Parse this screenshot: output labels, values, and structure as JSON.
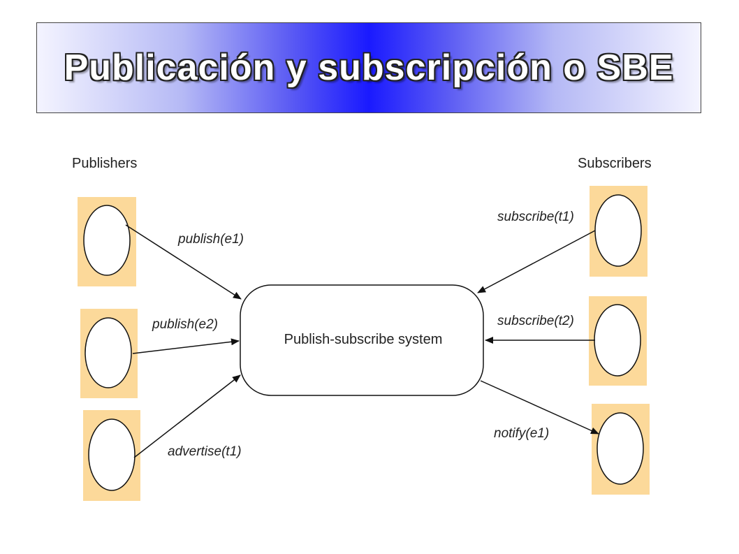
{
  "title": "Publicación y subscripción o SBE",
  "diagram": {
    "publishers_label": "Publishers",
    "subscribers_label": "Subscribers",
    "system_label": "Publish-subscribe system",
    "edges": {
      "publish_e1": "publish(e1)",
      "publish_e2": "publish(e2)",
      "advertise_t1": "advertise(t1)",
      "subscribe_t1": "subscribe(t1)",
      "subscribe_t2": "subscribe(t2)",
      "notify_e1": "notify(e1)"
    },
    "colors": {
      "node_background": "#fcd99a",
      "stroke": "#111111"
    }
  }
}
